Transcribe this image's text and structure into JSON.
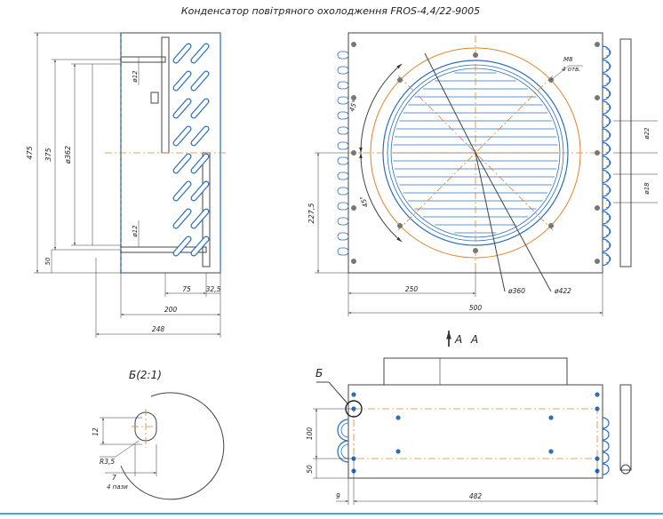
{
  "title": "Конденсатор повітряного охолодження FROS-4,4/22-9005",
  "left_view": {
    "dims": [
      "475",
      "375",
      "ø362",
      "ø12",
      "ø12",
      "50",
      "75",
      "32,5",
      "200",
      "248"
    ]
  },
  "front_view": {
    "dims": [
      "45°",
      "45°",
      "227,5",
      "250",
      "500",
      "ø360",
      "ø422",
      "ø22",
      "ø18",
      "M8",
      "4 отв."
    ]
  },
  "section_arrow": "A",
  "section_label": "A",
  "detail": {
    "title": "Б(2:1)",
    "dims": [
      "12",
      "R3,5",
      "7",
      "4 пази"
    ]
  },
  "bottom_view": {
    "callout": "Б",
    "dims": [
      "100",
      "50",
      "9",
      "482"
    ]
  },
  "colors": {
    "coil_blue": "#2a6fc0",
    "centerline_orange": "#e0822a",
    "line": "#333333",
    "frame_bottom": "#49a7d9"
  }
}
